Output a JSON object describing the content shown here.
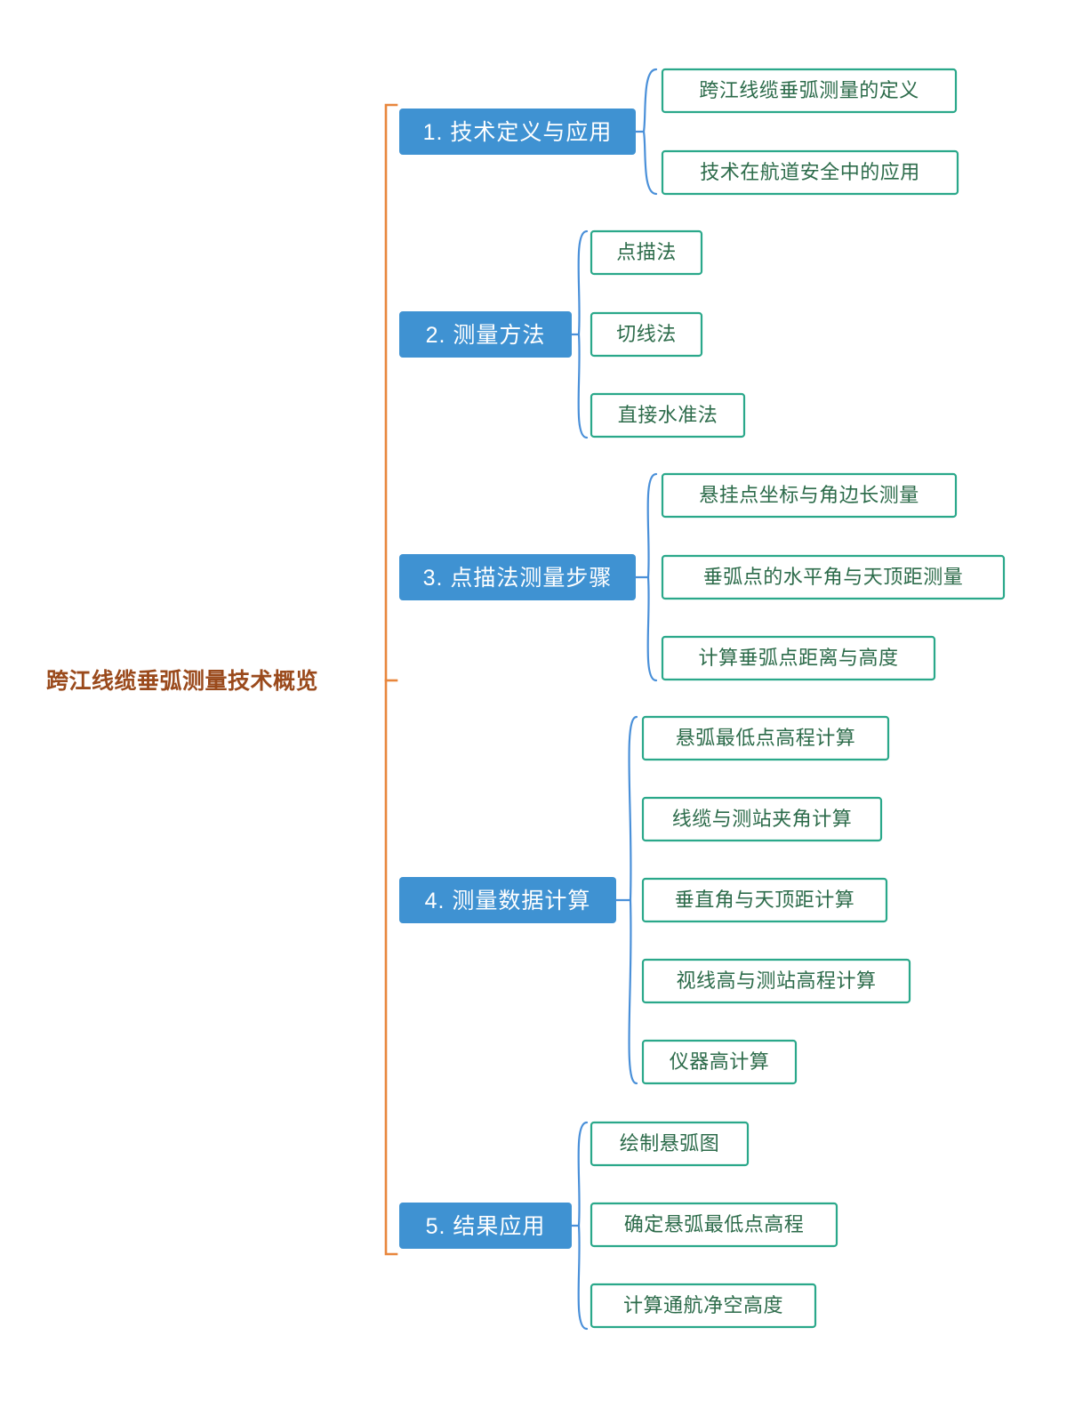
{
  "title": "跨江线缆垂弧测量技术概览",
  "colors": {
    "branch_fill": "#3f92d2",
    "branch_text": "#ffffff",
    "leaf_border": "#2aa88a",
    "leaf_text": "#2c6b4a",
    "trunk": "#e8863c",
    "connector": "#4a90d9",
    "root_text": "#9a4a1c",
    "background": "#ffffff"
  },
  "root": {
    "label": "跨江线缆垂弧测量技术概览"
  },
  "branches": [
    {
      "label": "1. 技术定义与应用",
      "children": [
        {
          "label": "跨江线缆垂弧测量的定义"
        },
        {
          "label": "技术在航道安全中的应用"
        }
      ]
    },
    {
      "label": "2. 测量方法",
      "children": [
        {
          "label": "点描法"
        },
        {
          "label": "切线法"
        },
        {
          "label": "直接水准法"
        }
      ]
    },
    {
      "label": "3. 点描法测量步骤",
      "children": [
        {
          "label": "悬挂点坐标与角边长测量"
        },
        {
          "label": "垂弧点的水平角与天顶距测量"
        },
        {
          "label": "计算垂弧点距离与高度"
        }
      ]
    },
    {
      "label": "4. 测量数据计算",
      "children": [
        {
          "label": "悬弧最低点高程计算"
        },
        {
          "label": "线缆与测站夹角计算"
        },
        {
          "label": "垂直角与天顶距计算"
        },
        {
          "label": "视线高与测站高程计算"
        },
        {
          "label": "仪器高计算"
        }
      ]
    },
    {
      "label": "5. 结果应用",
      "children": [
        {
          "label": "绘制悬弧图"
        },
        {
          "label": "确定悬弧最低点高程"
        },
        {
          "label": "计算通航净空高度"
        }
      ]
    }
  ]
}
